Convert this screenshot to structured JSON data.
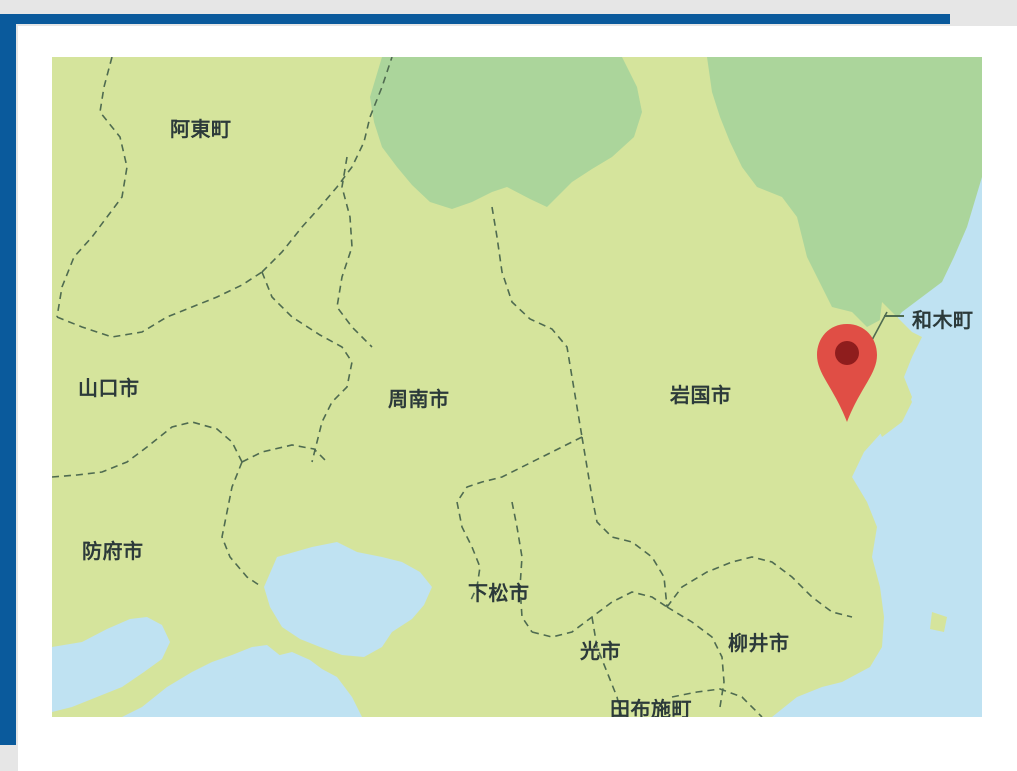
{
  "colors": {
    "border": "#0a5a9c",
    "sea": "#bfe2f2",
    "land": "#d5e49c",
    "land_dark": "#abd59b",
    "boundary": "#4f6b50",
    "pin": "#e04e45",
    "pin_dot": "#8f1d1d"
  },
  "marker": {
    "icon": "map-pin-icon",
    "label": "和木町"
  },
  "places": [
    {
      "id": "atou",
      "name": "阿東町"
    },
    {
      "id": "yamaguchi",
      "name": "山口市"
    },
    {
      "id": "shunan",
      "name": "周南市"
    },
    {
      "id": "iwakuni",
      "name": "岩国市"
    },
    {
      "id": "hofu",
      "name": "防府市"
    },
    {
      "id": "kudamatsu",
      "name": "下松市"
    },
    {
      "id": "hikari",
      "name": "光市"
    },
    {
      "id": "yanai",
      "name": "柳井市"
    },
    {
      "id": "tabuse",
      "name": "田布施町"
    }
  ]
}
